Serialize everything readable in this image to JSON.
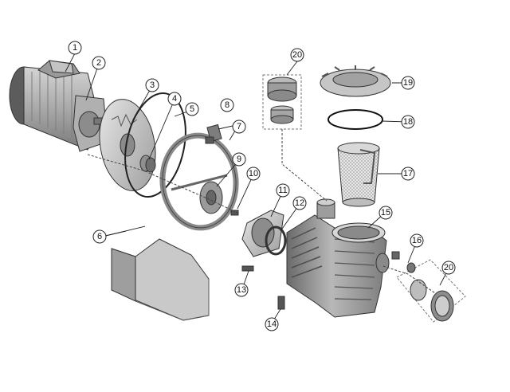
{
  "diagram": {
    "callouts": [
      {
        "id": "c1",
        "label": "1"
      },
      {
        "id": "c2",
        "label": "2"
      },
      {
        "id": "c3",
        "label": "3"
      },
      {
        "id": "c4",
        "label": "4"
      },
      {
        "id": "c5",
        "label": "5"
      },
      {
        "id": "c6",
        "label": "6"
      },
      {
        "id": "c7",
        "label": "7"
      },
      {
        "id": "c8",
        "label": "8"
      },
      {
        "id": "c9",
        "label": "9"
      },
      {
        "id": "c10",
        "label": "10"
      },
      {
        "id": "c11",
        "label": "11"
      },
      {
        "id": "c12",
        "label": "12"
      },
      {
        "id": "c13",
        "label": "13"
      },
      {
        "id": "c14",
        "label": "14"
      },
      {
        "id": "c15",
        "label": "15"
      },
      {
        "id": "c16",
        "label": "16"
      },
      {
        "id": "c17",
        "label": "17"
      },
      {
        "id": "c18",
        "label": "18"
      },
      {
        "id": "c19",
        "label": "19"
      },
      {
        "id": "c20a",
        "label": "20"
      },
      {
        "id": "c20b",
        "label": "20"
      }
    ]
  }
}
